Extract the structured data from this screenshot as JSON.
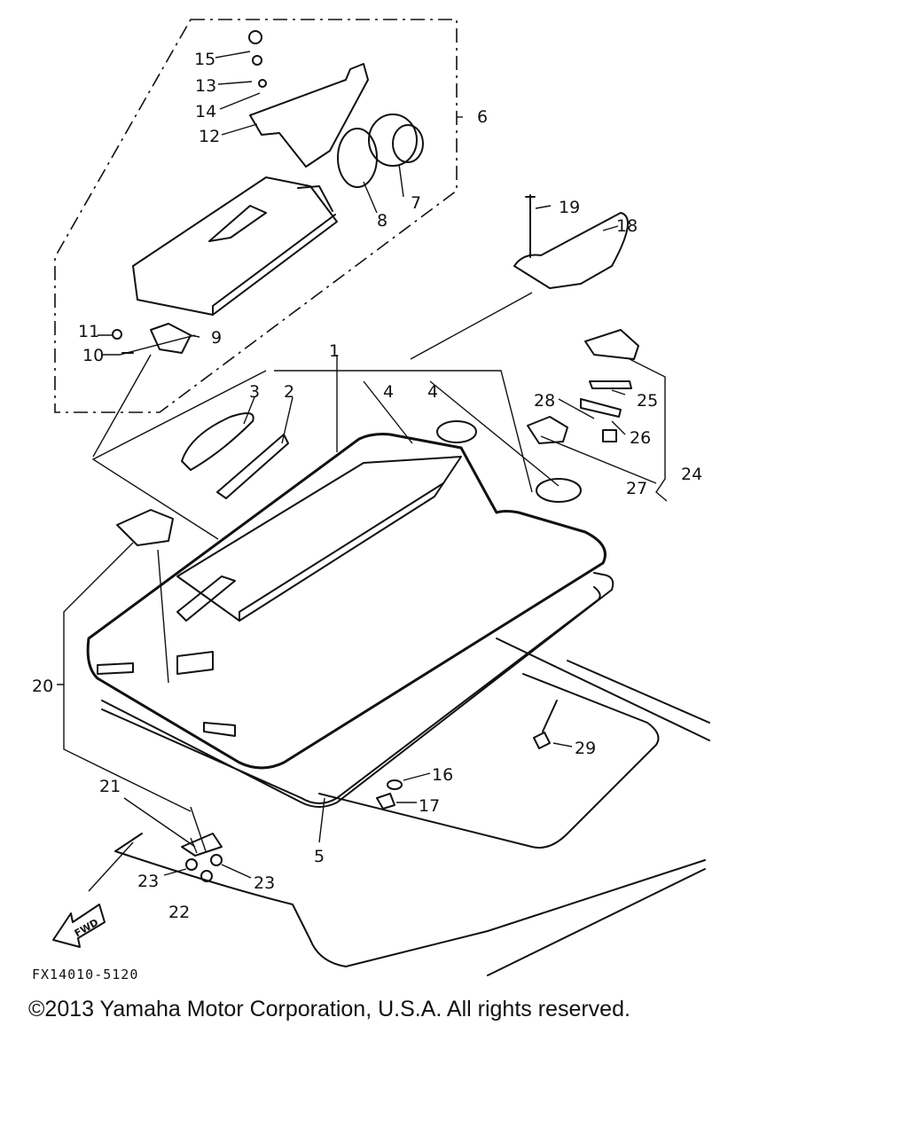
{
  "diagram": {
    "figure_code": "FX14010-5120",
    "direction_arrow_label": "FWD",
    "callouts": [
      "1",
      "2",
      "3",
      "4",
      "4",
      "5",
      "6",
      "7",
      "8",
      "9",
      "10",
      "11",
      "12",
      "13",
      "14",
      "15",
      "16",
      "17",
      "18",
      "19",
      "20",
      "21",
      "22",
      "23",
      "23",
      "24",
      "25",
      "26",
      "27",
      "28",
      "29"
    ]
  },
  "footer": {
    "copyright": "©2013 Yamaha Motor Corporation, U.S.A. All rights reserved."
  }
}
